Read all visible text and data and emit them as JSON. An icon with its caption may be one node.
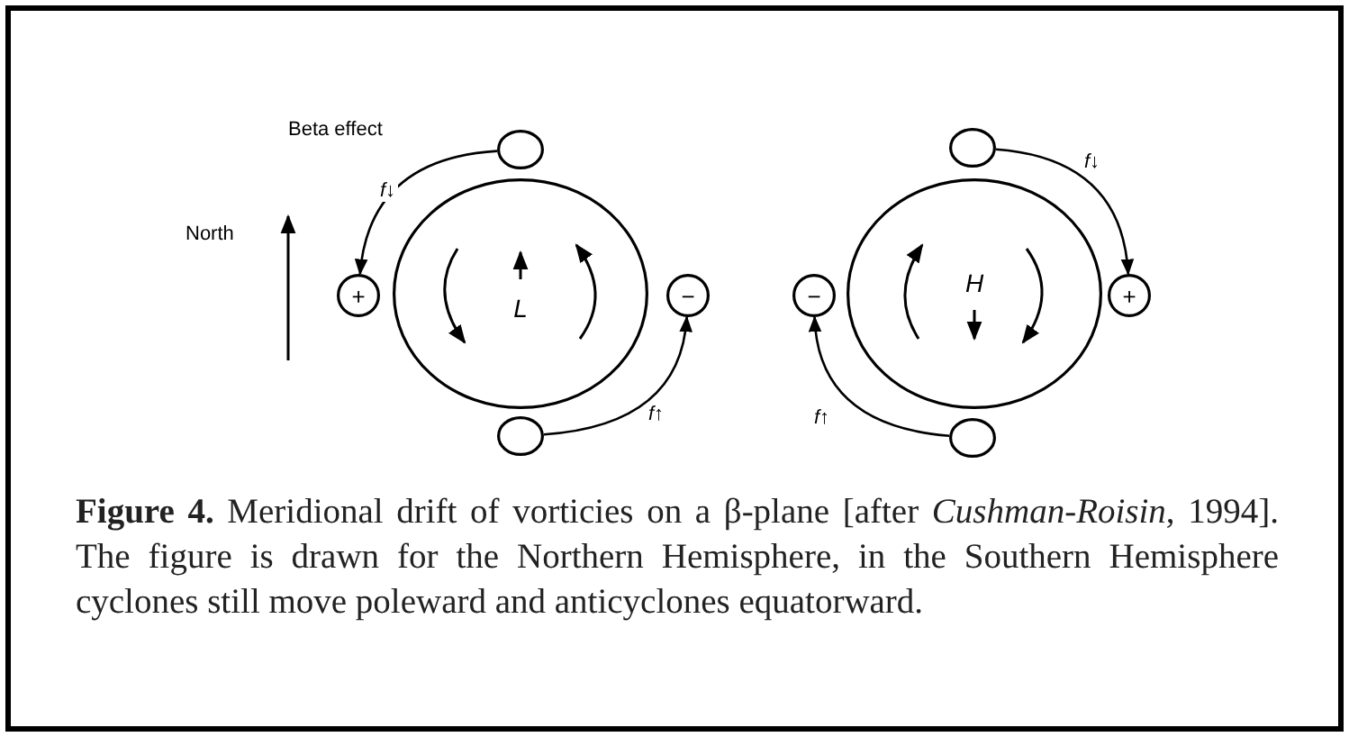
{
  "diagram": {
    "caption": "**Figure 4.** Meridional drift of vorticies on a β-plane [after *Cushman-Roisin*, 1994]. The figure is drawn for the Northern Hemisphere, in the Southern Hemisphere cyclones still move poleward and anticyclones equatorward.",
    "nodes": [
      {
        "text": [],
        "shape": "circle"
      },
      {
        "text": [
          "+"
        ]
      },
      {
        "text": [
          "L"
        ]
      },
      {
        "text": [
          "−"
        ]
      },
      {
        "text": [],
        "shape": "circle"
      },
      {
        "text": [],
        "shape": "circle"
      },
      {
        "text": [
          "−"
        ]
      },
      {
        "text": [
          "H"
        ]
      },
      {
        "text": [
          "+"
        ]
      },
      {
        "text": [],
        "shape": "circle"
      }
    ],
    "edges": [
      {
        "from": 0,
        "to": 1,
        "arrow": "to",
        "label": "f↓"
      },
      {
        "from": 4,
        "to": 3,
        "arrow": "to",
        "label": "f↑"
      },
      {
        "from": 5,
        "to": 8,
        "arrow": "to",
        "label": "f↓"
      },
      {
        "from": 9,
        "to": 6,
        "arrow": "to",
        "label": "f↑"
      }
    ],
    "labels": [
      "Beta effect",
      "North"
    ]
  }
}
